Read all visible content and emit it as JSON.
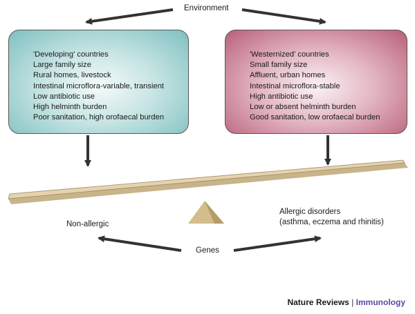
{
  "environment_label": "Environment",
  "genes_label": "Genes",
  "left_box": {
    "lines": [
      "'Developing' countries",
      "Large family size",
      "Rural homes, livestock",
      "Intestinal microflora-variable, transient",
      "Low antibiotic use",
      "High helminth burden",
      "Poor sanitation, high orofaecal burden"
    ]
  },
  "right_box": {
    "lines": [
      "'Westernized' countries",
      "Small family size",
      "Affluent, urban homes",
      "Intestinal microflora-stable",
      "High antibiotic use",
      "Low or absent helminth burden",
      "Good sanitation, low orofaecal burden"
    ]
  },
  "non_allergic_label": "Non-allergic",
  "allergic_label_line1": "Allergic disorders",
  "allergic_label_line2": "(asthma, eczema and rhinitis)",
  "footer": {
    "publisher": "Nature Reviews",
    "separator": "|",
    "journal": "Immunology"
  },
  "colors": {
    "left_box": "#a9d5d5",
    "right_box": "#d7a0b0",
    "seesaw": "#e6d3ae",
    "arrow": "#333333",
    "journal": "#5b4a9e"
  }
}
